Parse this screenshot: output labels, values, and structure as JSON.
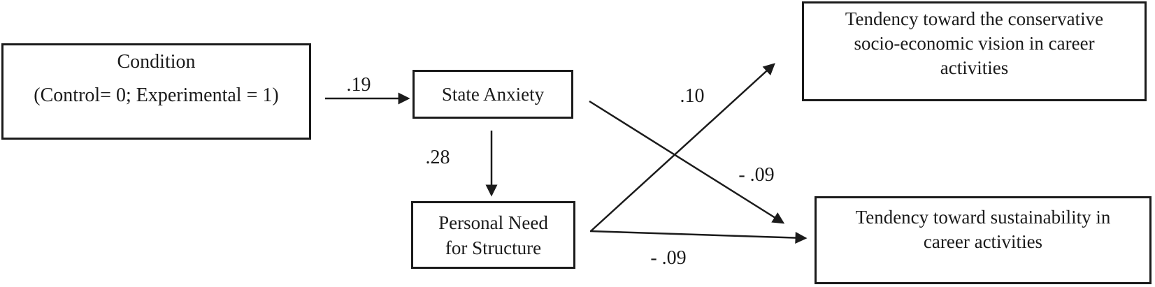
{
  "figure": {
    "type": "path-diagram",
    "background_color": "#ffffff",
    "ink_color": "#1b1b1b",
    "nodes": {
      "condition": {
        "lines": [
          "Condition",
          "(Control= 0; Experimental = 1)"
        ]
      },
      "state_anxiety": {
        "lines": [
          "State Anxiety"
        ]
      },
      "personal_need_for_structure": {
        "lines": [
          "Personal Need",
          "for Structure"
        ]
      },
      "conservative_vision": {
        "lines": [
          "Tendency toward the conservative",
          "socio-economic vision in career",
          "activities"
        ]
      },
      "sustainability": {
        "lines": [
          "Tendency toward sustainability in",
          "career activities"
        ]
      }
    },
    "paths": {
      "condition_to_state_anxiety": {
        "coefficient": ".19"
      },
      "state_anxiety_to_personal_need": {
        "coefficient": ".28"
      },
      "personal_need_to_conservative": {
        "coefficient": ".10"
      },
      "state_anxiety_to_sustainability": {
        "coefficient": "- .09"
      },
      "personal_need_to_sustainability": {
        "coefficient": "- .09"
      }
    }
  }
}
